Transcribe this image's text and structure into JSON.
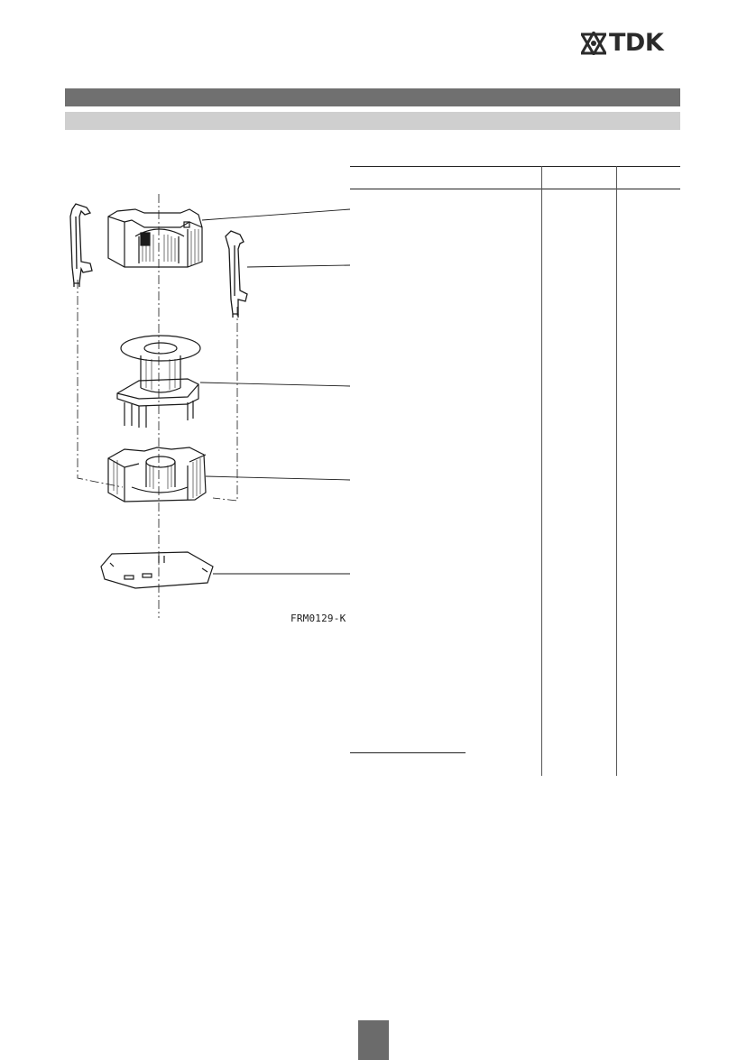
{
  "header": {
    "logo_text": "TDK",
    "logo_icon": "tdk-triangle-logo-icon",
    "section_bar_color": "#707070",
    "subsection_bar_color": "#cfcfcf"
  },
  "figure": {
    "label": "FRM0129-K",
    "parts": [
      "clamp-left",
      "core-half-top",
      "clamp-right",
      "coil-former",
      "core-half-bottom",
      "insulating-washer"
    ]
  },
  "table": {
    "header_cells": [
      "",
      "",
      ""
    ],
    "rows": []
  },
  "footer": {
    "page_number": ""
  }
}
